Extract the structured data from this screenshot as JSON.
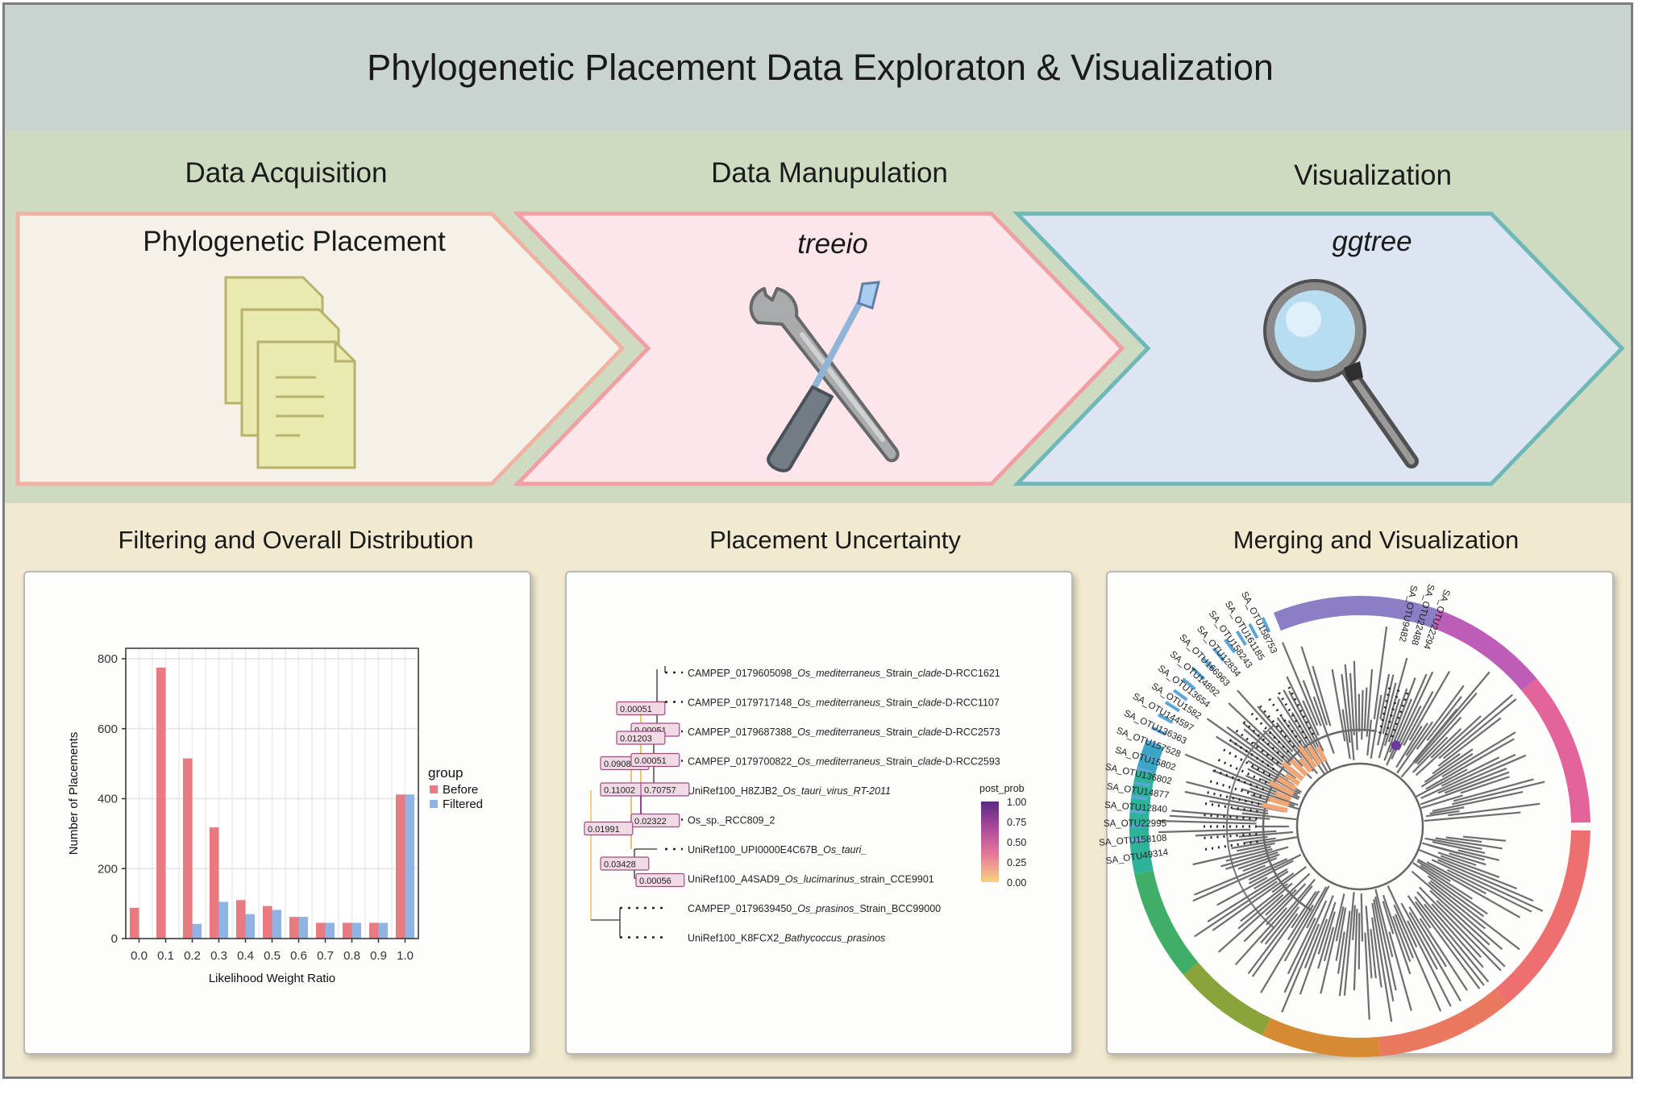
{
  "title": "Phylogenetic Placement Data Exploraton & Visualization",
  "stages": [
    {
      "heading": "Data Acquisition",
      "label": "Phylogenetic Placement",
      "italic": false,
      "icon": "documents-icon",
      "color": "#f5f1e9",
      "border": "#f0b3a3"
    },
    {
      "heading": "Data Manupulation",
      "label": "treeio",
      "italic": true,
      "icon": "tools-icon",
      "color": "#fce6ea",
      "border": "#f0a0a4"
    },
    {
      "heading": "Visualization",
      "label": "ggtree",
      "italic": true,
      "icon": "magnifier-icon",
      "color": "#dde4f2",
      "border": "#6fb8b8"
    }
  ],
  "sections": [
    "Filtering and Overall Distribution",
    "Placement Uncertainty",
    "Merging and Visualization"
  ],
  "colors": {
    "before": "#ea7a80",
    "filtered": "#8fb3e3"
  },
  "chart_data": {
    "type": "bar",
    "xlabel": "Likelihood Weight Ratio",
    "ylabel": "Number of Placements",
    "legend_title": "group",
    "legend_position": "right",
    "grid": true,
    "ylim": [
      0,
      830
    ],
    "xlim": [
      -0.05,
      1.05
    ],
    "y_ticks": [
      "0",
      "200",
      "400",
      "600",
      "800"
    ],
    "x_ticks": [
      "0.0",
      "0.1",
      "0.2",
      "0.3",
      "0.4",
      "0.5",
      "0.6",
      "0.7",
      "0.8",
      "0.9",
      "1.0"
    ],
    "bin_centers": [
      0.0,
      0.1,
      0.2,
      0.3,
      0.4,
      0.5,
      0.6,
      0.7,
      0.8,
      0.9,
      1.0
    ],
    "series": [
      {
        "name": "Before",
        "color": "#ea7a80",
        "values": [
          88,
          775,
          515,
          318,
          110,
          93,
          62,
          45,
          45,
          45,
          412
        ]
      },
      {
        "name": "Filtered",
        "color": "#8fb3e3",
        "values": [
          0,
          0,
          42,
          105,
          70,
          82,
          62,
          45,
          45,
          45,
          412
        ]
      }
    ]
  },
  "tree": {
    "tips": [
      {
        "label": "CAMPEP_0179605098_",
        "species": "Os_mediterraneus_Strain_clade-D-RCC1621"
      },
      {
        "label": "CAMPEP_0179717148_",
        "species": "Os_mediterraneus_Strain_clade-D-RCC1107"
      },
      {
        "label": "CAMPEP_0179687388_",
        "species": "Os_mediterraneus_Strain_clade-D-RCC2573"
      },
      {
        "label": "CAMPEP_0179700822_",
        "species": "Os_mediterraneus_Strain_clade-D-RCC2593"
      },
      {
        "label": "UniRef100_H8ZJB2_",
        "species": "Os_tauri_virus_RT-2011"
      },
      {
        "label": "Os_sp._RCC809_2",
        "species": ""
      },
      {
        "label": "UniRef100_UPI0000E4C67B_",
        "species": "Os_tauri"
      },
      {
        "label": "UniRef100_A4SAD9_",
        "species": "Os_lucimarinus_strain_CCE9901"
      },
      {
        "label": "CAMPEP_0179639450_",
        "species": "Os_prasinos_Strain_BCC99000"
      },
      {
        "label": "UniRef100_K8FCX2_",
        "species": "Bathycoccus_prasinos"
      }
    ],
    "node_labels": [
      "0.00051",
      "0.00051",
      "0.01203",
      "0.09088",
      "0.00051",
      "0.11002",
      "0.70757",
      "0.02322",
      "0.01991",
      "0.03428",
      "0.00056"
    ],
    "legend_title": "post_prob",
    "legend_ticks": [
      "1.00",
      "0.75",
      "0.50",
      "0.25",
      "0.00"
    ]
  },
  "circular": {
    "otu_left": [
      "SA_OTU158753",
      "SA_OTU161185",
      "SA_OTU158243",
      "SA_OTU12834",
      "SA_OTU166963",
      "SA_OTU14892",
      "SA_OTU13654",
      "SA_OTU1582",
      "SA_OTU144597",
      "SA_OTU136363",
      "SA_OTU157528",
      "SA_OTU15802",
      "SA_OTU136802",
      "SA_OTU14877",
      "SA_OTU12840",
      "SA_OTU22995",
      "SA_OTU158108",
      "SA_OTU49314"
    ],
    "otu_right": [
      "SA_OTU9482",
      "SA_OTU22488",
      "SA_OTU22294"
    ]
  }
}
